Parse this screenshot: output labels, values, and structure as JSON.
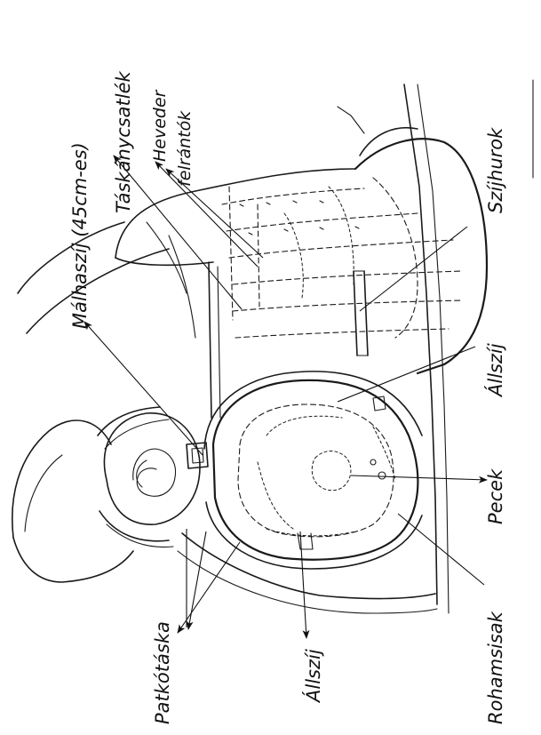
{
  "labels": {
    "malhaszij": "Málhaszíj (45cm-es)",
    "taskanycsatlek": "Táskánycsatlék",
    "heveder_1": "Heveder",
    "heveder_2": "felrántók",
    "szijhurok": "Szíjhurok",
    "allszij_right": "Állszíj",
    "pecek": "Pecek",
    "rohamsisak": "Rohamsisak",
    "allszij_bottom": "Állszíj",
    "patkotaska": "Patkótáska"
  }
}
